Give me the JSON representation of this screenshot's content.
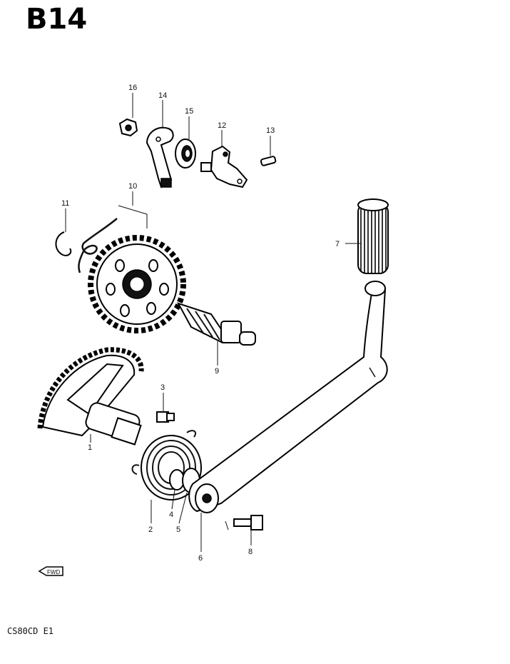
{
  "diagram": {
    "title": "B14",
    "model_code": "CS80CD E1",
    "direction_marker": "FWD"
  },
  "parts": [
    {
      "id": "1",
      "label": "1"
    },
    {
      "id": "2",
      "label": "2"
    },
    {
      "id": "3",
      "label": "3"
    },
    {
      "id": "4",
      "label": "4"
    },
    {
      "id": "5",
      "label": "5"
    },
    {
      "id": "6",
      "label": "6"
    },
    {
      "id": "7",
      "label": "7"
    },
    {
      "id": "8",
      "label": "8"
    },
    {
      "id": "9",
      "label": "9"
    },
    {
      "id": "10",
      "label": "10"
    },
    {
      "id": "11",
      "label": "11"
    },
    {
      "id": "12",
      "label": "12"
    },
    {
      "id": "13",
      "label": "13"
    },
    {
      "id": "14",
      "label": "14"
    },
    {
      "id": "15",
      "label": "15"
    },
    {
      "id": "16",
      "label": "16"
    }
  ]
}
